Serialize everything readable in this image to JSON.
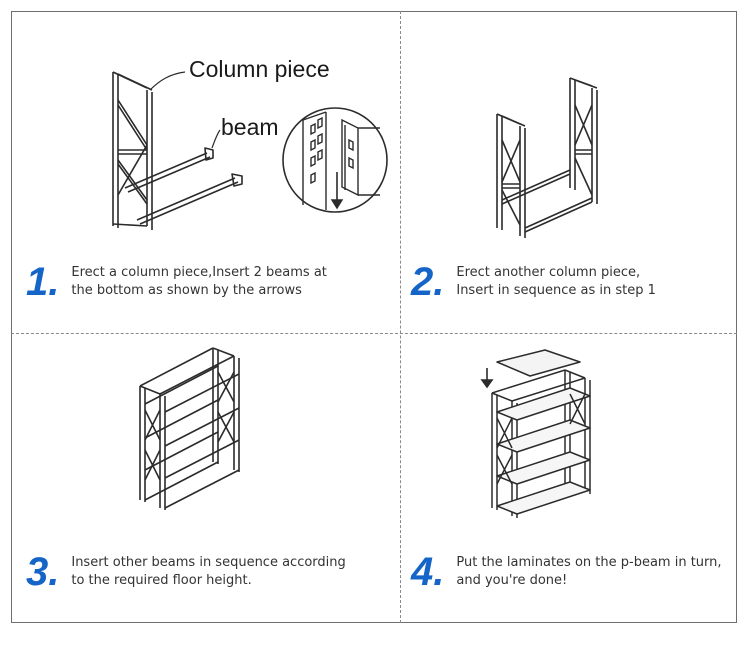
{
  "steps": [
    {
      "number": "1.",
      "text": "Erect a column piece,Insert 2 beams at\nthe bottom as shown by the arrows"
    },
    {
      "number": "2.",
      "text": "Erect another column piece,\nInsert in sequence as in step 1"
    },
    {
      "number": "3.",
      "text": "Insert other beams in sequence according\nto the required floor height."
    },
    {
      "number": "4.",
      "text": "Put the laminates on the p-beam in turn,\nand you're done!"
    }
  ],
  "labels": {
    "column_piece": "Column piece",
    "beam": "beam"
  },
  "colors": {
    "step_number": "#1565c8",
    "line": "#2b2b2b"
  },
  "icons": [
    "column-piece-drawing",
    "slot-detail-magnifier",
    "down-arrow-icon"
  ]
}
